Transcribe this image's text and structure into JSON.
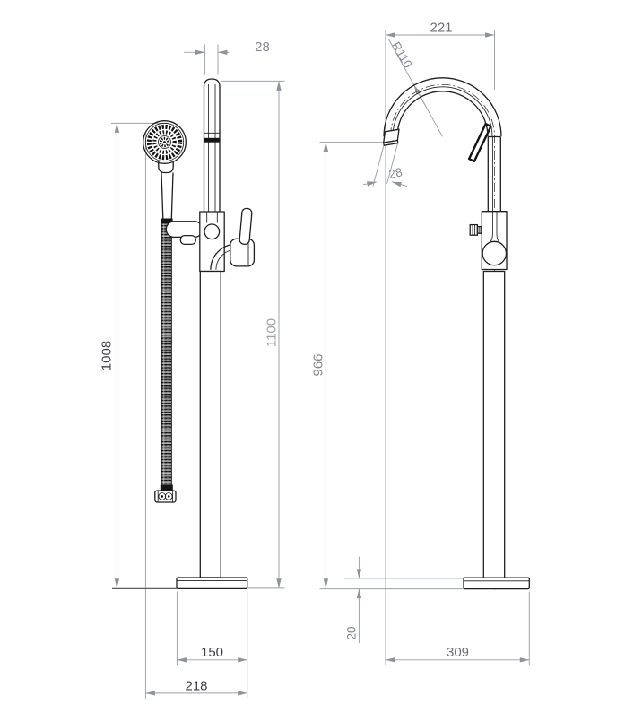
{
  "document": {
    "kind": "technical dimension drawing",
    "subject": "freestanding bath shower mixer tap, two elevations",
    "background": "#ffffff"
  },
  "views": {
    "front": {
      "name": "front elevation with hand shower"
    },
    "side": {
      "name": "side elevation with gooseneck spout"
    }
  },
  "dims": {
    "riser_width": {
      "label": "28"
    },
    "height_to_shower_head": {
      "label": "1008"
    },
    "overall_height": {
      "label": "1100"
    },
    "base_width": {
      "label": "150"
    },
    "overall_width_front": {
      "label": "218"
    },
    "spout_reach": {
      "label": "221"
    },
    "bend_radius": {
      "label": "R110"
    },
    "spout_outlet_width": {
      "label": "28"
    },
    "spout_outlet_height": {
      "label": "966"
    },
    "base_plate_thickness": {
      "label": "20"
    },
    "overall_depth_side": {
      "label": "309"
    }
  },
  "colors": {
    "geometry_line": "#1f1f1f",
    "dim_line": "#9aa0a8",
    "arrow": "#8f929b",
    "dim_text": "#6d6f78",
    "dim_text_dark": "#404148",
    "dim_text_mid": "#84878f",
    "dim_text_light": "#9fa2ab"
  }
}
